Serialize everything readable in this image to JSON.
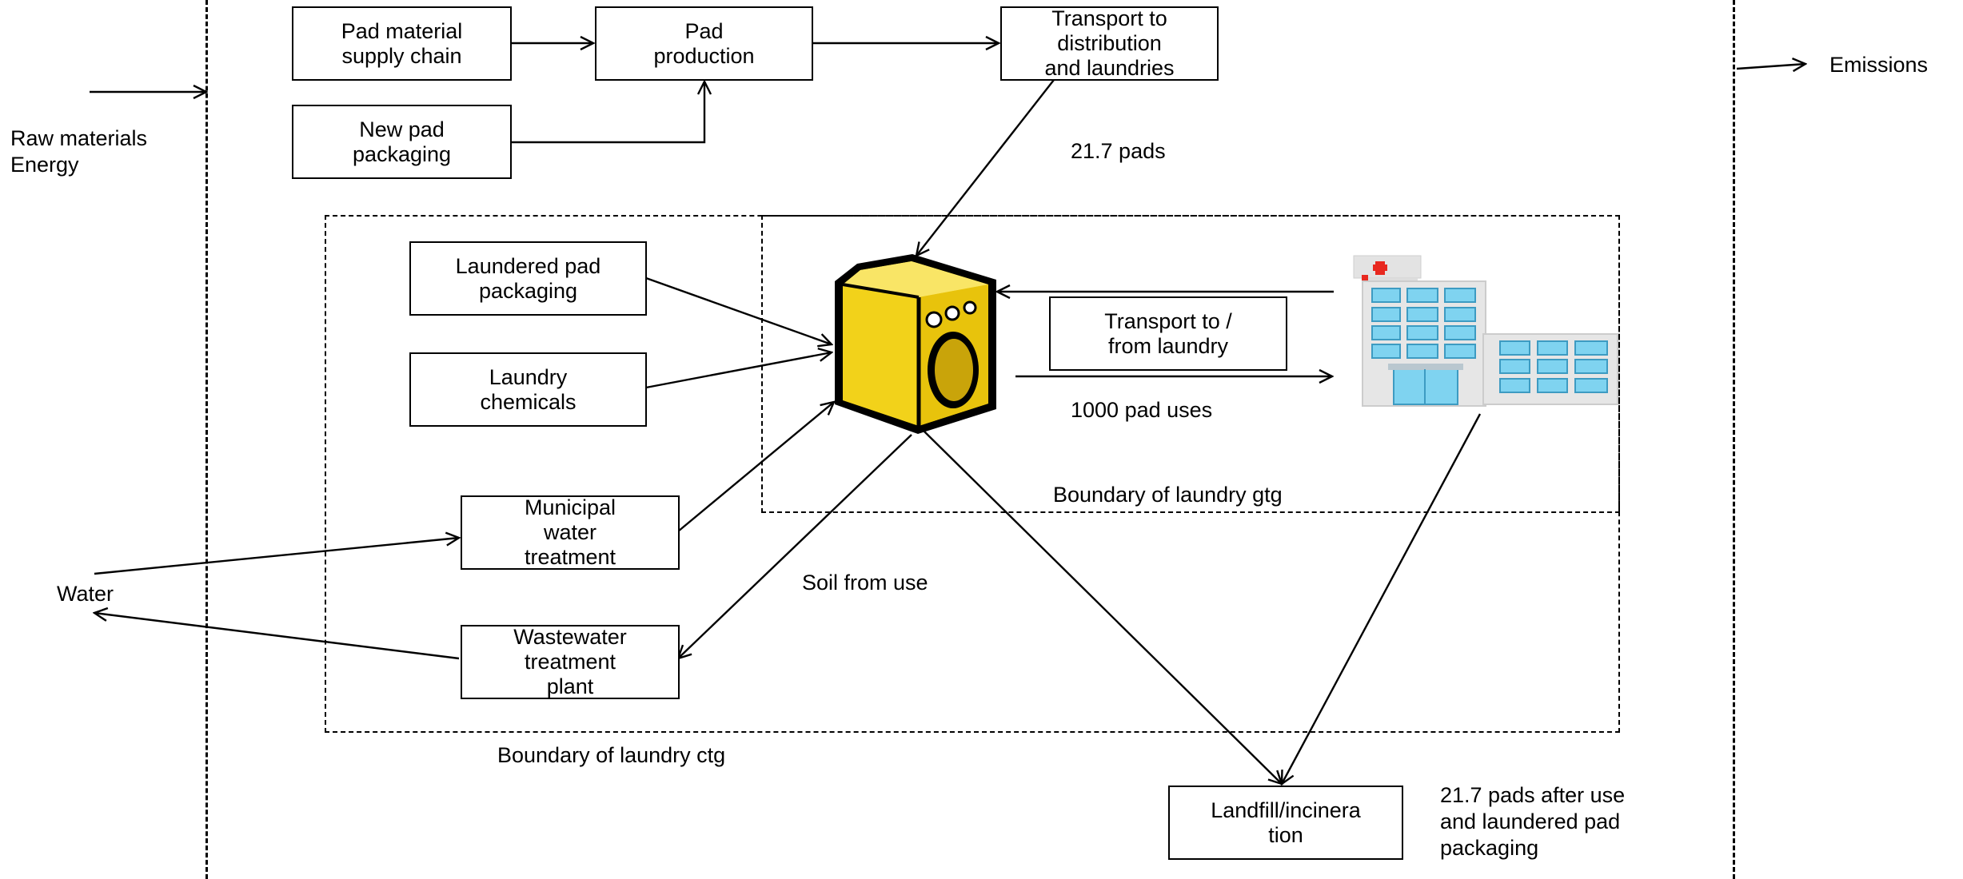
{
  "boxes": {
    "pad_material": "Pad material\nsupply chain",
    "pad_production": "Pad\nproduction",
    "transport_distribution": "Transport to\ndistribution\nand laundries",
    "new_pad_packaging": "New pad\npackaging",
    "laundered_pad_packaging": "Laundered pad\npackaging",
    "laundry_chemicals": "Laundry\nchemicals",
    "municipal_water": "Municipal\nwater\ntreatment",
    "wastewater": "Wastewater\ntreatment\nplant",
    "transport_laundry": "Transport to /\nfrom laundry",
    "landfill": "Landfill/incinera\ntion"
  },
  "labels": {
    "raw_materials": "Raw materials\nEnergy",
    "emissions": "Emissions",
    "water": "Water",
    "pads_21_7": "21.7 pads",
    "pad_uses": "1000 pad uses",
    "soil": "Soil from use",
    "boundary_gtg": "Boundary of laundry gtg",
    "boundary_ctg": "Boundary of laundry ctg",
    "after_use": "21.7 pads after use\nand laundered pad\npackaging"
  },
  "icons": {
    "washing_machine": "washing-machine-icon",
    "hospital": "hospital-icon"
  },
  "colors": {
    "machine_body": "#f2d21a",
    "hospital_window": "#7fd3f0",
    "cross": "#e8281f"
  }
}
